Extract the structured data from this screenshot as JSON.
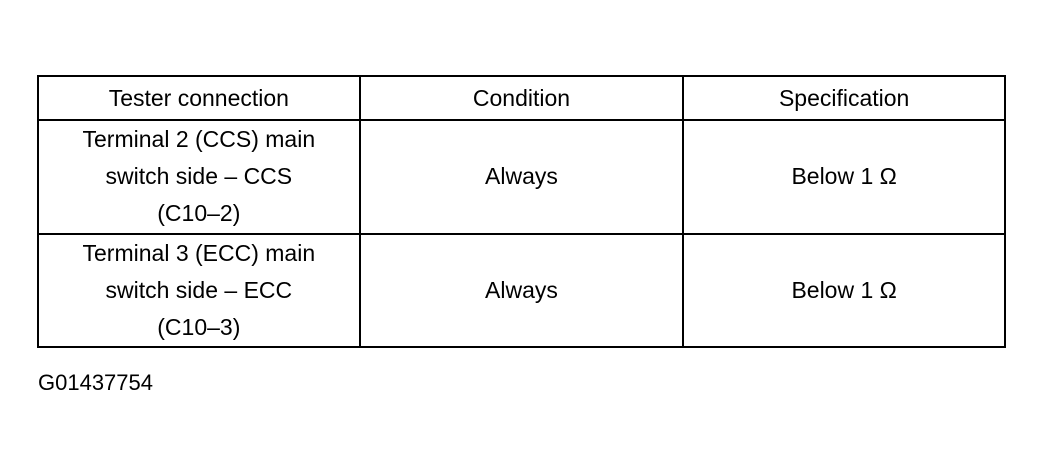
{
  "table": {
    "headers": [
      "Tester connection",
      "Condition",
      "Specification"
    ],
    "rows": [
      {
        "connection_lines": [
          "Terminal 2 (CCS) main",
          "switch side – CCS",
          "(C10–2)"
        ],
        "condition": "Always",
        "specification": "Below 1 Ω"
      },
      {
        "connection_lines": [
          "Terminal 3 (ECC) main",
          "switch side – ECC",
          "(C10–3)"
        ],
        "condition": "Always",
        "specification": "Below 1 Ω"
      }
    ]
  },
  "figure_id": "G01437754"
}
